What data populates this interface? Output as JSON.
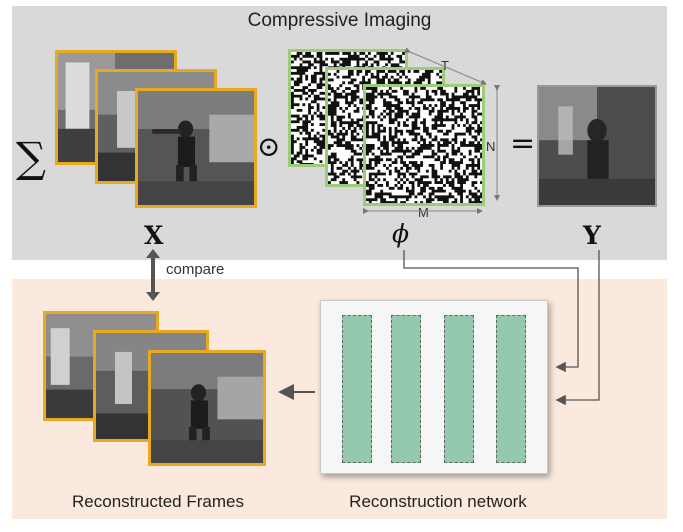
{
  "title": "Compressive Imaging",
  "symbols": {
    "sum": "∑",
    "hadamard": "⊙",
    "equals": "=",
    "x": "X",
    "phi": "ϕ",
    "y": "Y"
  },
  "dims": {
    "t": "T",
    "n": "N",
    "m": "M"
  },
  "compare_label": "compare",
  "reconstructed_label": "Reconstructed Frames",
  "network_label": "Reconstruction network",
  "colors": {
    "top_panel": "#d9d9d9",
    "bottom_panel": "#fbe9dd",
    "frame_border": "#e8a922",
    "mask_border": "#9ccc7a",
    "network_block": "#95c9ad"
  }
}
